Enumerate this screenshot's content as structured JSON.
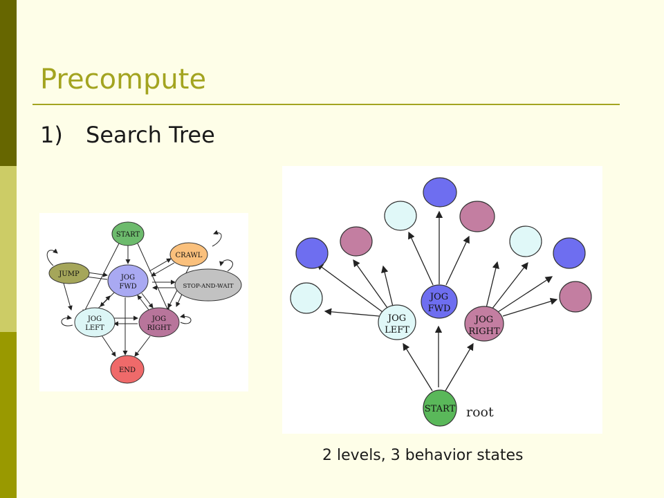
{
  "slide": {
    "title": "Precompute",
    "bullet_number": "1)",
    "bullet_text": "Search Tree",
    "caption": "2 levels, 3 behavior states"
  },
  "colors": {
    "sidebar_dark": "#666600",
    "sidebar_light": "#cccc66",
    "sidebar_mid": "#999900",
    "title": "#a3a420",
    "background": "#fefee8"
  },
  "state_graph": {
    "nodes": {
      "start": "START",
      "jump": "JUMP",
      "crawl": "CRAWL",
      "jog_fwd": [
        "JOG",
        "FWD"
      ],
      "stop_and_wait": "STOP-AND-WAIT",
      "jog_left": [
        "JOG",
        "LEFT"
      ],
      "jog_right": [
        "JOG",
        "RIGHT"
      ],
      "end": "END"
    },
    "node_colors": {
      "start": "#6dbb6d",
      "jump": "#a5a65a",
      "crawl": "#fac07c",
      "jog_fwd": "#a9a9f2",
      "stop_and_wait": "#c2c2c2",
      "jog_left": "#dcf6f6",
      "jog_right": "#b8759b",
      "end": "#ef6a6a"
    }
  },
  "search_tree": {
    "root": "START",
    "root_annotation": "root",
    "level1": {
      "jog_left": [
        "JOG",
        "LEFT"
      ],
      "jog_fwd": [
        "JOG",
        "FWD"
      ],
      "jog_right": [
        "JOG",
        "RIGHT"
      ]
    },
    "colors": {
      "fwd": "#6e6ef0",
      "left": "#e0f8f8",
      "right": "#c37ea1",
      "start": "#5ab85a"
    }
  }
}
